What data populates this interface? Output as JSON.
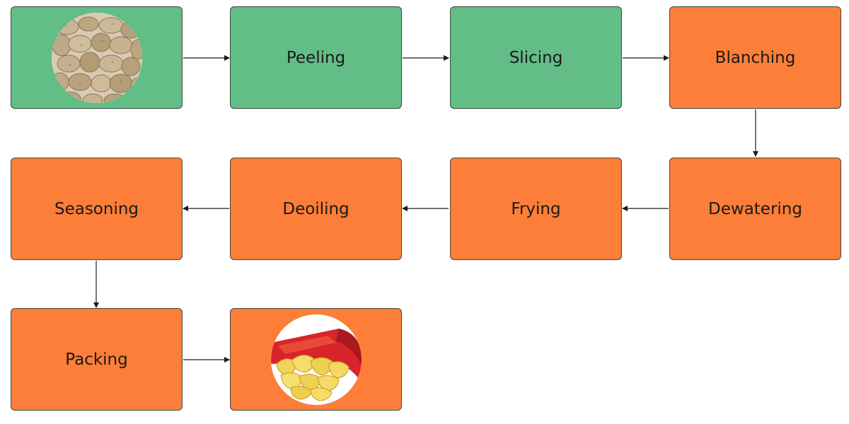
{
  "steps": {
    "peeling": "Peeling",
    "slicing": "Slicing",
    "blanching": "Blanching",
    "dewatering": "Dewatering",
    "frying": "Frying",
    "deoiling": "Deoiling",
    "seasoning": "Seasoning",
    "packing": "Packing"
  },
  "icons": {
    "start": "raw-potatoes-photo",
    "end": "potato-chips-bag-photo"
  },
  "colors": {
    "green_stage": "#62bd87",
    "orange_stage": "#fd7e38",
    "arrow": "#1a1a1a"
  }
}
